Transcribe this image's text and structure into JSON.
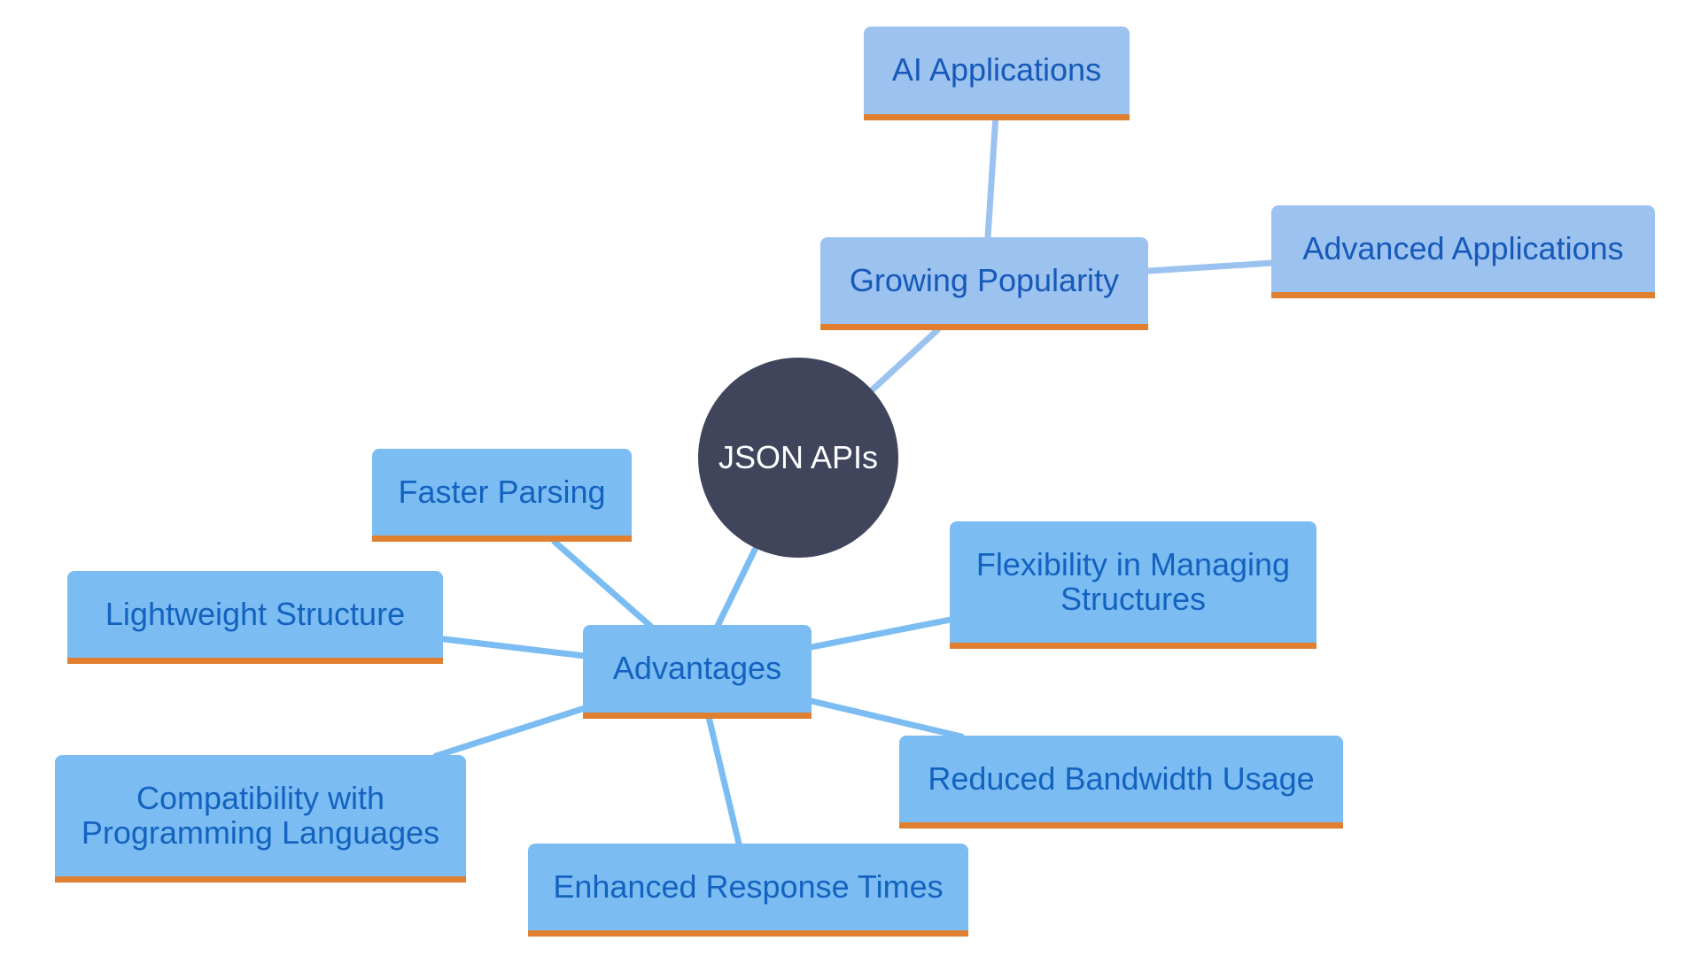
{
  "diagram": {
    "root": {
      "label": "JSON APIs"
    },
    "branches": {
      "growing_popularity": {
        "label": "Growing Popularity",
        "children": {
          "ai_applications": "AI Applications",
          "advanced_applications": "Advanced Applications"
        }
      },
      "advantages": {
        "label": "Advantages",
        "children": {
          "faster_parsing": "Faster Parsing",
          "lightweight_structure": "Lightweight Structure",
          "compatibility": "Compatibility with\nProgramming Languages",
          "enhanced_response": "Enhanced Response Times",
          "reduced_bandwidth": "Reduced Bandwidth Usage",
          "flexibility": "Flexibility in Managing\nStructures"
        }
      }
    }
  },
  "colors": {
    "root_fill": "#40455c",
    "root_text": "#ffffff",
    "popularity_fill": "#9cc2f0",
    "advantages_fill": "#7bbdf2",
    "node_text": "#1462c0",
    "accent_underline": "#e07f2f",
    "edge_popularity": "#9cc2f0",
    "edge_advantages": "#7bbdf2"
  }
}
